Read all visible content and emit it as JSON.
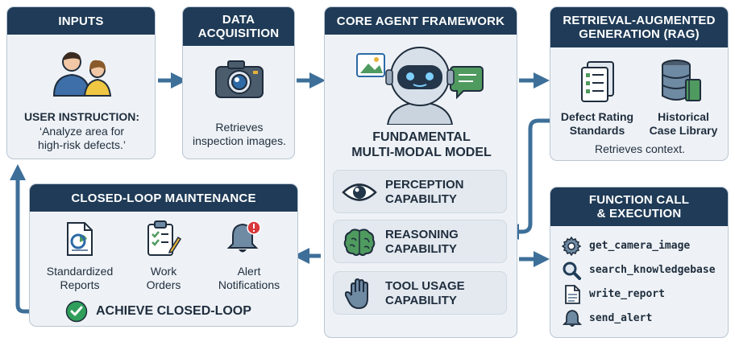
{
  "inputs": {
    "header": "INPUTS",
    "instruction_label": "USER INSTRUCTION:",
    "instruction_line1": "‘Analyze area for",
    "instruction_line2": "high-risk defects.’"
  },
  "data_acquisition": {
    "header_line1": "DATA",
    "header_line2": "ACQUISITION",
    "desc_line1": "Retrieves",
    "desc_line2": "inspection images."
  },
  "core": {
    "header": "CORE AGENT FRAMEWORK",
    "model_line1": "FUNDAMENTAL",
    "model_line2": "MULTI-MODAL MODEL",
    "capabilities": [
      {
        "line1": "PERCEPTION",
        "line2": "CAPABILITY",
        "icon": "eye-icon"
      },
      {
        "line1": "REASONING",
        "line2": "CAPABILITY",
        "icon": "brain-icon"
      },
      {
        "line1": "TOOL USAGE",
        "line2": "CAPABILITY",
        "icon": "hand-icon"
      }
    ]
  },
  "rag": {
    "header_line1": "RETRIEVAL-AUGMENTED",
    "header_line2": "GENERATION (RAG)",
    "item1_line1": "Defect Rating",
    "item1_line2": "Standards",
    "item2_line1": "Historical",
    "item2_line2": "Case Library",
    "footer": "Retrieves context."
  },
  "function_call": {
    "header_line1": "FUNCTION CALL",
    "header_line2": "& EXECUTION",
    "items": [
      {
        "label": "get_camera_image",
        "icon": "gear-icon"
      },
      {
        "label": "search_knowledgebase",
        "icon": "search-icon"
      },
      {
        "label": "write_report",
        "icon": "document-icon"
      },
      {
        "label": "send_alert",
        "icon": "bell-icon"
      }
    ]
  },
  "closed_loop": {
    "header": "CLOSED-LOOP MAINTENANCE",
    "items": [
      {
        "line1": "Standardized",
        "line2": "Reports"
      },
      {
        "line1": "Work",
        "line2": "Orders"
      },
      {
        "line1": "Alert",
        "line2": "Notifications"
      }
    ],
    "achieve": "ACHIEVE CLOSED-LOOP"
  },
  "colors": {
    "header_bg": "#1f3b57",
    "panel_bg": "#eef2f6",
    "arrow": "#3d6f99",
    "check_green": "#2f9e5a",
    "alert_red": "#d9383a"
  }
}
